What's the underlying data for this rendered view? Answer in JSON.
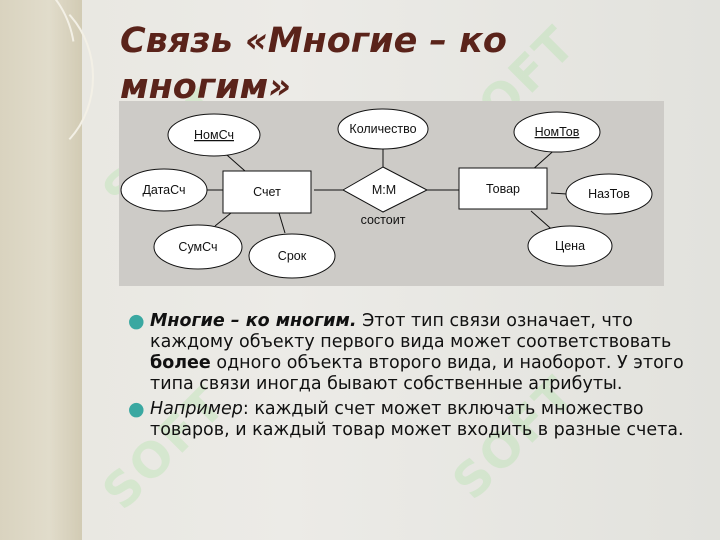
{
  "slide": {
    "title": "Связь «Многие – ко многим»",
    "diagram": {
      "nodes": {
        "nomsch": "НомСч",
        "datasch": "ДатаСч",
        "schet": "Счет",
        "sumsch": "СумСч",
        "srok": "Срок",
        "kolichestvo": "Количество",
        "mm": "М:М",
        "sostoit": "состоит",
        "tovar": "Товар",
        "nomtov": "НомТов",
        "naztov": "НазТов",
        "tsena": "Цена"
      }
    },
    "bullets": [
      {
        "lead": "Многие – ко многим.",
        "text1": " Этот тип связи означает, что каждому объекту первого вида может соответствовать ",
        "bold": "более",
        "text2": " одного объекта второго вида, и наоборот. У этого типа связи иногда бывают собственные атрибуты."
      },
      {
        "lead": "Например",
        "text1": ": каждый счет может включать множество товаров, и каждый товар может входить в разные счета."
      }
    ]
  }
}
